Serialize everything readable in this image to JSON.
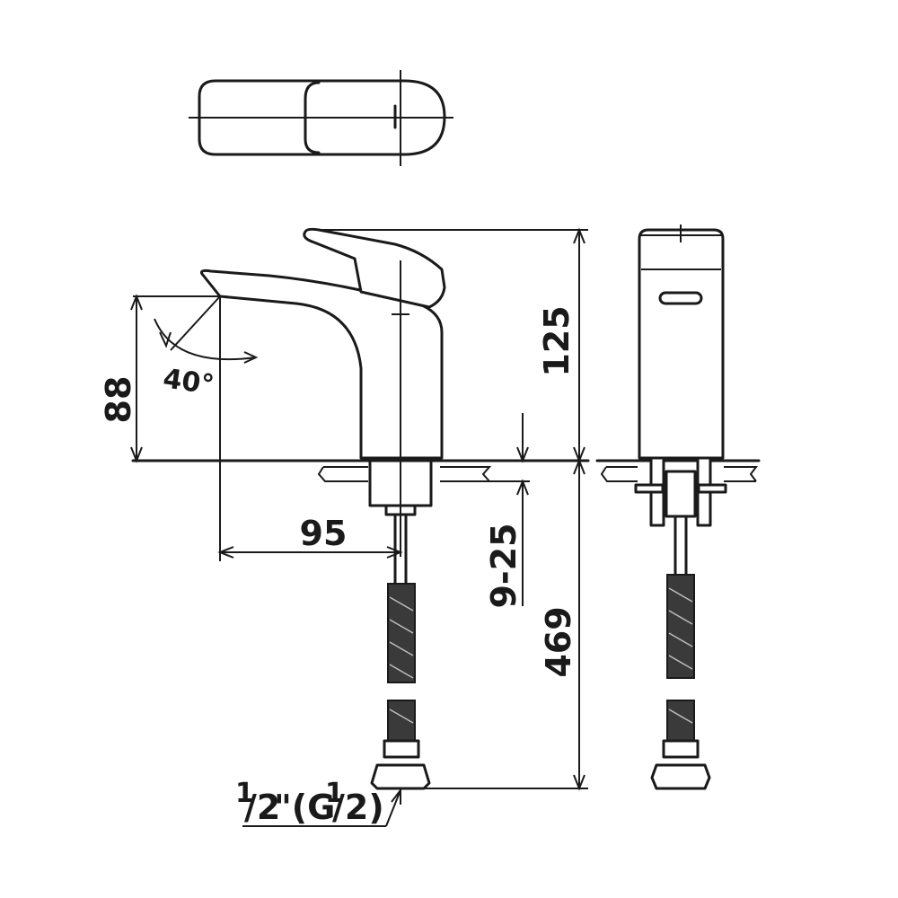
{
  "dimensions": {
    "spout_height": "88",
    "total_height": "125",
    "spout_reach": "95",
    "deck_thickness": "9-25",
    "hose_length": "469",
    "spout_angle": "40°",
    "connection_a": "1",
    "connection_b": "/2",
    "connection_c": "\"(G",
    "connection_d": "1",
    "connection_e": "/2)"
  }
}
